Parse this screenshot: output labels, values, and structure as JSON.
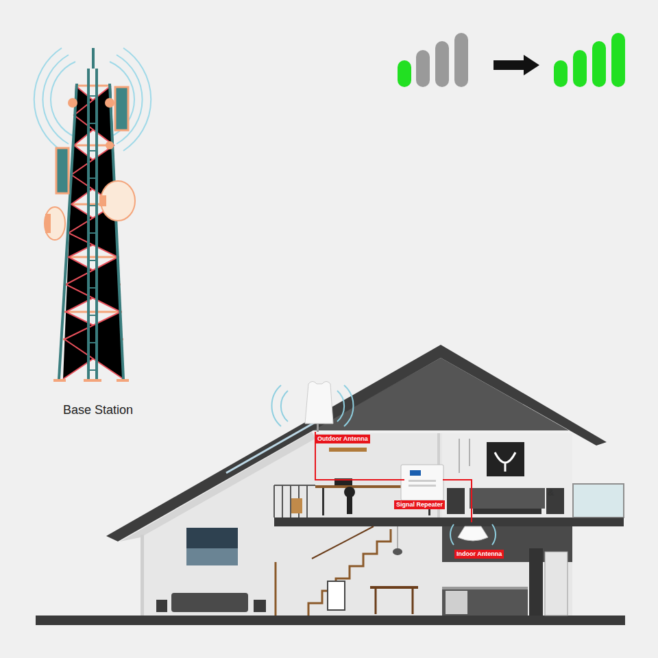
{
  "diagram": {
    "nodes": [
      {
        "text": [
          "Outdoor Antenna"
        ]
      },
      {
        "text": [
          "Signal Repeater"
        ]
      },
      {
        "text": [
          "Indoor Antenna"
        ]
      }
    ],
    "labels": [
      "Base Station",
      "&"
    ]
  }
}
